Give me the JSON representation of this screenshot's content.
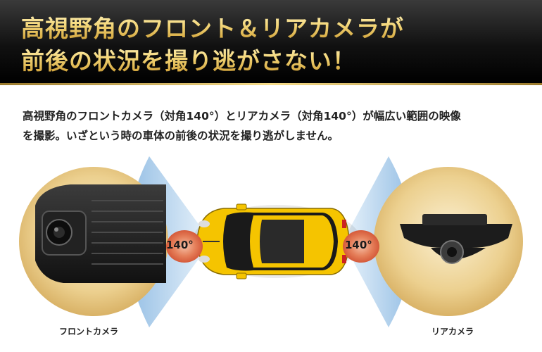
{
  "header": {
    "line1": "高視野角のフロント＆リアカメラが",
    "line2": "前後の状況を撮り逃がさない！"
  },
  "description": {
    "line1": "高視野角のフロントカメラ（対角140°）とリアカメラ（対角140°）が幅広い範囲の映像",
    "line2": "を撮影。いざという時の車体の前後の状況を撮り逃がしません。"
  },
  "front_camera": {
    "label": "フロントカメラ",
    "angle": "140°"
  },
  "rear_camera": {
    "label": "リアカメラ",
    "angle": "140°"
  },
  "colors": {
    "gold": "#e6c67a",
    "car_yellow": "#f5c400",
    "fov_blue": "#9cc4e8",
    "angle_badge": "#e06a4a"
  }
}
